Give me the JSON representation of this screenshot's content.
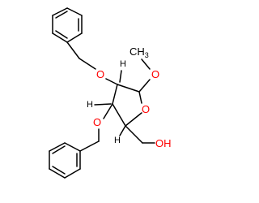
{
  "structure": {
    "atom_labels": {
      "ether_o_upper": "O",
      "methoxy_o": "O",
      "methyl": "CH",
      "methyl_subscript": "3",
      "ring_o": "O",
      "ether_o_lower": "O",
      "hydroxyl": "OH",
      "h_c3": "H",
      "h_c2": "H",
      "h_c4": "H"
    },
    "colors": {
      "bond": "#000000",
      "oxygen": "#ff0000",
      "carbon_label": "#000000",
      "hydrogen": "#000000"
    }
  }
}
